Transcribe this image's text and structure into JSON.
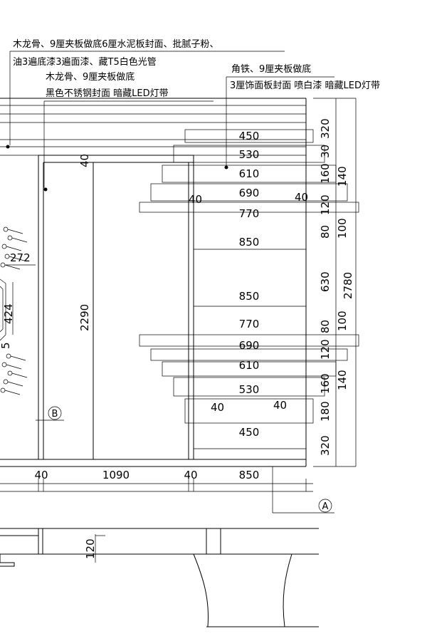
{
  "notes": {
    "line1": "木龙骨、9厘夹板做底6厘水泥板封面、批腻子粉、",
    "line2": "油3遍底漆3遍面漆、藏T5白色光管",
    "line3": "木龙骨、9厘夹板做底",
    "line4": "黑色不锈钢封面 暗藏LED灯带",
    "right1": "角铁、9厘夹板做底",
    "right2": "3厘饰面板封面 喷白漆 暗藏LED灯带"
  },
  "dims": {
    "top_widths": [
      "450",
      "530",
      "610",
      "690",
      "770",
      "850"
    ],
    "bottom_widths": [
      "850",
      "770",
      "690",
      "610",
      "530",
      "450"
    ],
    "side_40": "40",
    "door_top_40": "40",
    "door_height": "2290",
    "left_272": "272",
    "left_424": "424",
    "left_5": "5",
    "bottom_row": [
      "40",
      "1090",
      "40",
      "850"
    ],
    "section_120": "120",
    "right_col": [
      "320",
      "30",
      "160",
      "120",
      "80",
      "630",
      "80",
      "120",
      "160",
      "180",
      "320"
    ],
    "right_140_top": "140",
    "right_100_top": "100",
    "right_100_bot": "100",
    "right_140_bot": "140",
    "overall": "2780"
  },
  "markers": {
    "a": "A",
    "b": "B"
  }
}
